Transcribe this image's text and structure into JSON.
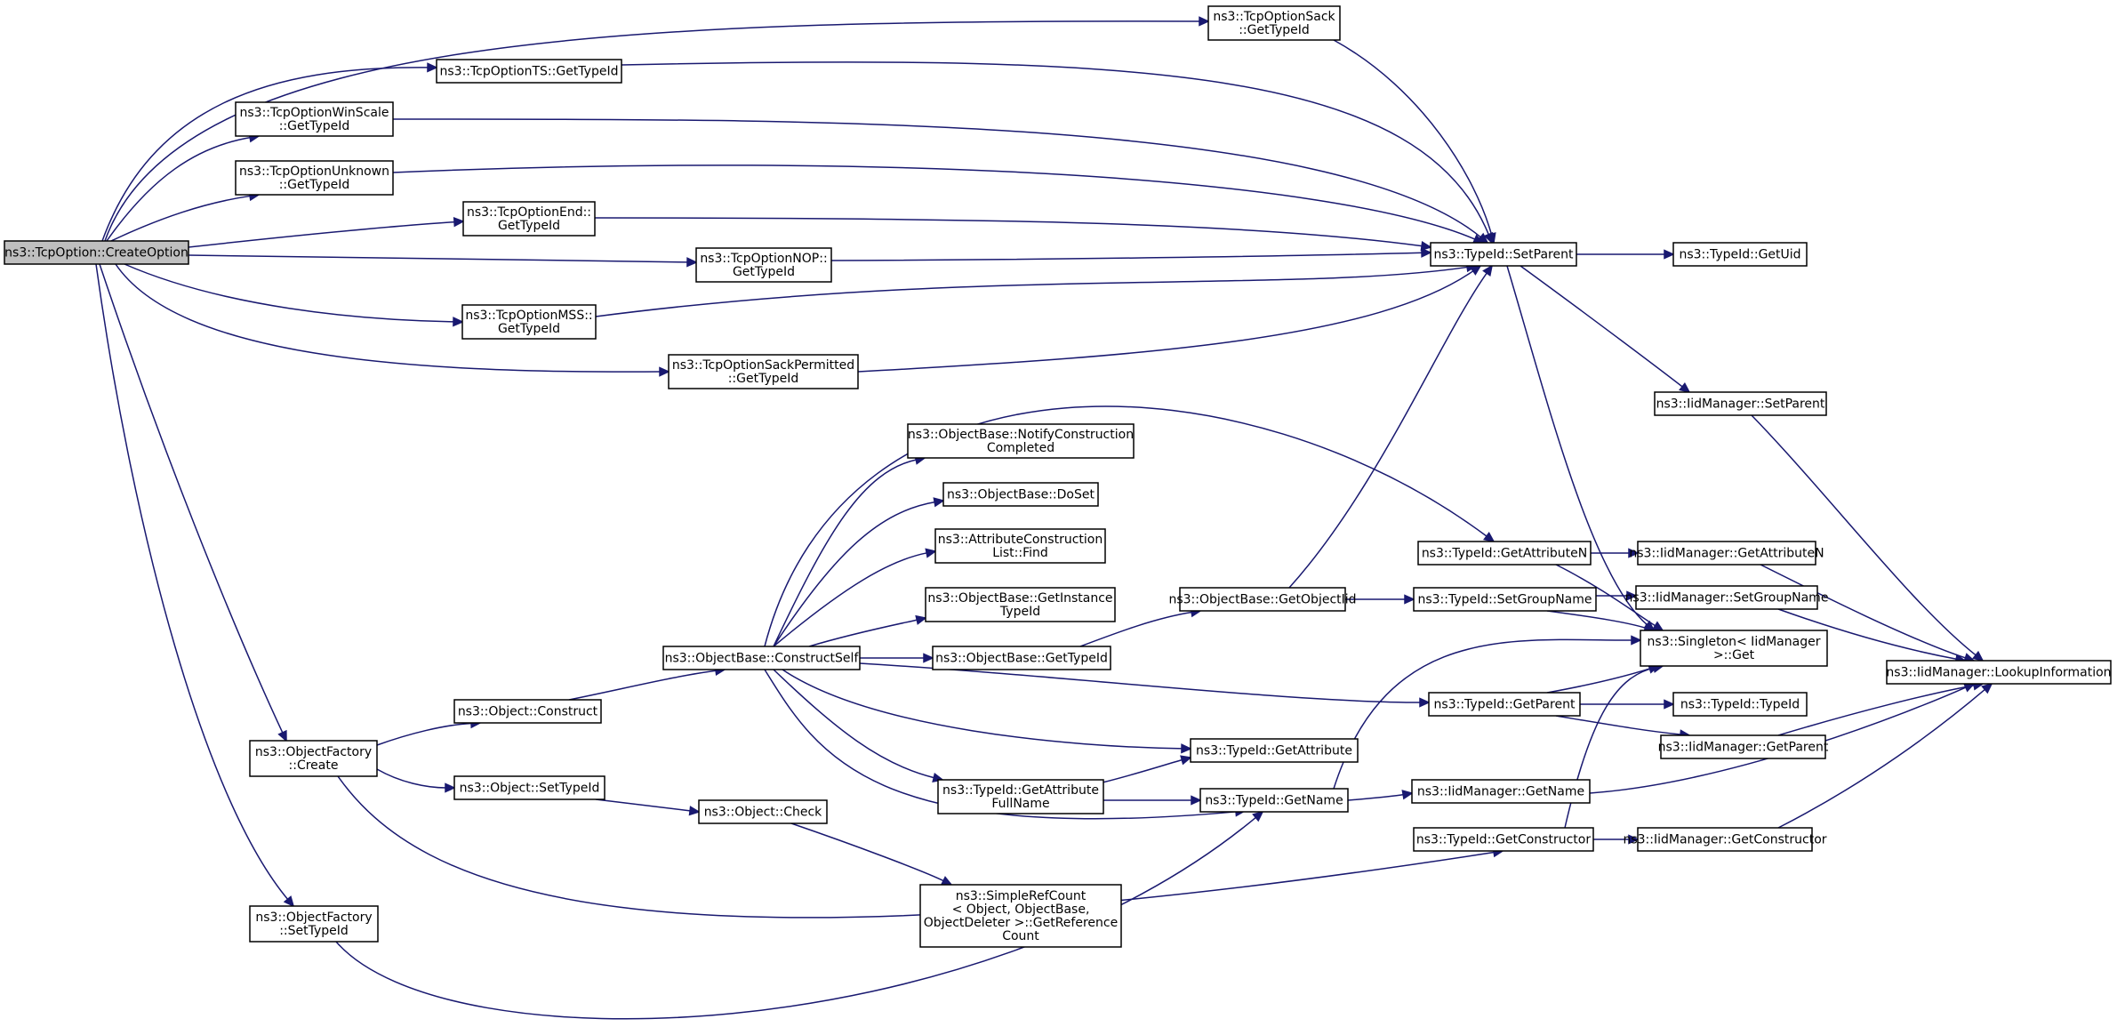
{
  "nodes": [
    {
      "id": "n0",
      "lines": [
        "ns3::TcpOption::CreateOption"
      ],
      "root": true
    },
    {
      "id": "n1",
      "lines": [
        "ns3::TcpOptionSack",
        "::GetTypeId"
      ]
    },
    {
      "id": "n2",
      "lines": [
        "ns3::TcpOptionTS::GetTypeId"
      ]
    },
    {
      "id": "n3",
      "lines": [
        "ns3::TcpOptionWinScale",
        "::GetTypeId"
      ]
    },
    {
      "id": "n4",
      "lines": [
        "ns3::TcpOptionUnknown",
        "::GetTypeId"
      ]
    },
    {
      "id": "n5",
      "lines": [
        "ns3::TcpOptionEnd::",
        "GetTypeId"
      ]
    },
    {
      "id": "n6",
      "lines": [
        "ns3::TcpOptionNOP::",
        "GetTypeId"
      ]
    },
    {
      "id": "n7",
      "lines": [
        "ns3::TcpOptionMSS::",
        "GetTypeId"
      ]
    },
    {
      "id": "n8",
      "lines": [
        "ns3::TcpOptionSackPermitted",
        "::GetTypeId"
      ]
    },
    {
      "id": "n9",
      "lines": [
        "ns3::TypeId::SetParent"
      ]
    },
    {
      "id": "n10",
      "lines": [
        "ns3::TypeId::GetUid"
      ]
    },
    {
      "id": "n11",
      "lines": [
        "ns3::IidManager::SetParent"
      ]
    },
    {
      "id": "n12",
      "lines": [
        "ns3::ObjectBase::NotifyConstruction",
        "Completed"
      ]
    },
    {
      "id": "n13",
      "lines": [
        "ns3::ObjectBase::DoSet"
      ]
    },
    {
      "id": "n14",
      "lines": [
        "ns3::AttributeConstruction",
        "List::Find"
      ]
    },
    {
      "id": "n15",
      "lines": [
        "ns3::ObjectBase::GetInstance",
        "TypeId"
      ]
    },
    {
      "id": "n16",
      "lines": [
        "ns3::ObjectBase::ConstructSelf"
      ]
    },
    {
      "id": "n17",
      "lines": [
        "ns3::ObjectBase::GetTypeId"
      ]
    },
    {
      "id": "n18",
      "lines": [
        "ns3::ObjectBase::GetObjectIid"
      ]
    },
    {
      "id": "n19",
      "lines": [
        "ns3::TypeId::GetAttributeN"
      ]
    },
    {
      "id": "n20",
      "lines": [
        "ns3::IidManager::GetAttributeN"
      ]
    },
    {
      "id": "n21",
      "lines": [
        "ns3::TypeId::SetGroupName"
      ]
    },
    {
      "id": "n22",
      "lines": [
        "ns3::IidManager::SetGroupName"
      ]
    },
    {
      "id": "n23",
      "lines": [
        "ns3::Singleton< IidManager",
        " >::Get"
      ]
    },
    {
      "id": "n24",
      "lines": [
        "ns3::IidManager::LookupInformation"
      ]
    },
    {
      "id": "n25",
      "lines": [
        "ns3::TypeId::GetParent"
      ]
    },
    {
      "id": "n26",
      "lines": [
        "ns3::TypeId::TypeId"
      ]
    },
    {
      "id": "n27",
      "lines": [
        "ns3::IidManager::GetParent"
      ]
    },
    {
      "id": "n28",
      "lines": [
        "ns3::Object::Construct"
      ]
    },
    {
      "id": "n29",
      "lines": [
        "ns3::ObjectFactory",
        "::Create"
      ]
    },
    {
      "id": "n30",
      "lines": [
        "ns3::Object::SetTypeId"
      ]
    },
    {
      "id": "n31",
      "lines": [
        "ns3::TypeId::GetAttribute"
      ]
    },
    {
      "id": "n32",
      "lines": [
        "ns3::TypeId::GetAttribute",
        "FullName"
      ]
    },
    {
      "id": "n33",
      "lines": [
        "ns3::TypeId::GetName"
      ]
    },
    {
      "id": "n34",
      "lines": [
        "ns3::IidManager::GetName"
      ]
    },
    {
      "id": "n35",
      "lines": [
        "ns3::Object::Check"
      ]
    },
    {
      "id": "n36",
      "lines": [
        "ns3::TypeId::GetConstructor"
      ]
    },
    {
      "id": "n37",
      "lines": [
        "ns3::IidManager::GetConstructor"
      ]
    },
    {
      "id": "n38",
      "lines": [
        "ns3::SimpleRefCount",
        "< Object, ObjectBase,",
        " ObjectDeleter >::GetReference",
        "Count"
      ]
    },
    {
      "id": "n39",
      "lines": [
        "ns3::ObjectFactory",
        "::SetTypeId"
      ]
    }
  ],
  "edges": [
    [
      "n0",
      "n1"
    ],
    [
      "n0",
      "n2"
    ],
    [
      "n0",
      "n3"
    ],
    [
      "n0",
      "n4"
    ],
    [
      "n0",
      "n5"
    ],
    [
      "n0",
      "n6"
    ],
    [
      "n0",
      "n7"
    ],
    [
      "n0",
      "n8"
    ],
    [
      "n0",
      "n29"
    ],
    [
      "n0",
      "n39"
    ],
    [
      "n1",
      "n9"
    ],
    [
      "n2",
      "n9"
    ],
    [
      "n3",
      "n9"
    ],
    [
      "n4",
      "n9"
    ],
    [
      "n5",
      "n9"
    ],
    [
      "n6",
      "n9"
    ],
    [
      "n7",
      "n9"
    ],
    [
      "n8",
      "n9"
    ],
    [
      "n9",
      "n10"
    ],
    [
      "n9",
      "n11"
    ],
    [
      "n9",
      "n23"
    ],
    [
      "n11",
      "n24"
    ],
    [
      "n16",
      "n12"
    ],
    [
      "n16",
      "n13"
    ],
    [
      "n16",
      "n14"
    ],
    [
      "n16",
      "n15"
    ],
    [
      "n16",
      "n17"
    ],
    [
      "n16",
      "n19"
    ],
    [
      "n16",
      "n25"
    ],
    [
      "n16",
      "n31"
    ],
    [
      "n16",
      "n32"
    ],
    [
      "n16",
      "n33"
    ],
    [
      "n17",
      "n18"
    ],
    [
      "n18",
      "n9"
    ],
    [
      "n18",
      "n21"
    ],
    [
      "n19",
      "n20"
    ],
    [
      "n19",
      "n23"
    ],
    [
      "n20",
      "n24"
    ],
    [
      "n21",
      "n22"
    ],
    [
      "n21",
      "n23"
    ],
    [
      "n22",
      "n24"
    ],
    [
      "n25",
      "n23"
    ],
    [
      "n25",
      "n26"
    ],
    [
      "n25",
      "n27"
    ],
    [
      "n27",
      "n24"
    ],
    [
      "n28",
      "n16"
    ],
    [
      "n29",
      "n28"
    ],
    [
      "n29",
      "n30"
    ],
    [
      "n29",
      "n36"
    ],
    [
      "n30",
      "n35"
    ],
    [
      "n35",
      "n38"
    ],
    [
      "n32",
      "n31"
    ],
    [
      "n32",
      "n33"
    ],
    [
      "n33",
      "n34"
    ],
    [
      "n33",
      "n23"
    ],
    [
      "n34",
      "n24"
    ],
    [
      "n36",
      "n23"
    ],
    [
      "n36",
      "n37"
    ],
    [
      "n37",
      "n24"
    ],
    [
      "n39",
      "n33"
    ]
  ]
}
